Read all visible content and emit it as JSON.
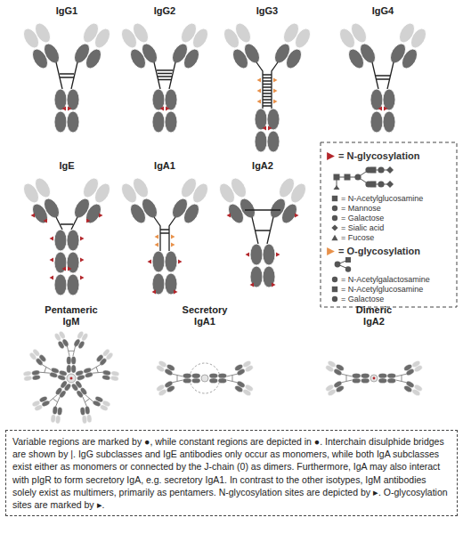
{
  "diagram": {
    "caption": "Variable regions are marked by ●, while constant regions are depicted in ●. Interchain disulphide bridges are shown by |. IgG subclasses and IgE antibodies only occur as monomers, while both IgA subclasses exist either as monomers or connected by the J-chain (0) as dimers. Furthermore, IgA may also interact with pIgR to form secretory IgA, e.g. secretory IgA1. In contrast to the other isotypes, IgM antibodies solely exist as multimers, primarily as pentamers. N-glycosylation sites are depicted by ▸. O-glycosylation sites are marked by ▸.",
    "labels": [
      "IgG1",
      "IgG2",
      "IgG3",
      "IgG4",
      "IgE",
      "IgA1",
      "IgA2",
      "Pentameric IgM",
      "Secretory IgA1",
      "Dimeric IgA2"
    ],
    "legend": [
      {
        "text": "= N-glycosylation",
        "color": "#b3262b"
      },
      {
        "text": "= N-Acetylglucosamine"
      },
      {
        "text": "= Mannose"
      },
      {
        "text": "= Galactose"
      },
      {
        "text": "= Sialic acid"
      },
      {
        "text": "= Fucose"
      },
      {
        "text": "= O-glycosylation",
        "color": "#e8914a"
      },
      {
        "text": "= N-Acetylgalactosamine"
      },
      {
        "text": "= N-Acetylglucosamine"
      },
      {
        "text": "= Galactose"
      }
    ]
  }
}
